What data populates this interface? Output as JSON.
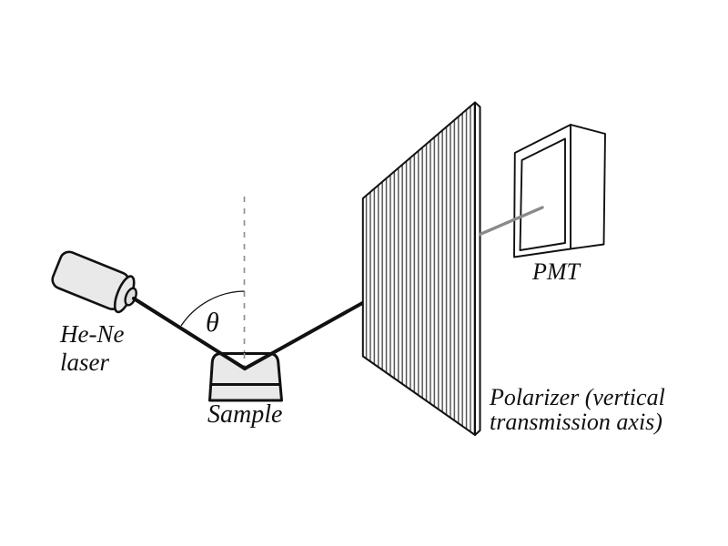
{
  "figure": {
    "type": "experiment-schematic",
    "background": "#ffffff",
    "labels": {
      "laser_line1": "He-Ne",
      "laser_line2": "laser",
      "sample": "Sample",
      "angle_symbol": "θ",
      "polarizer_line1": "Polarizer (vertical",
      "polarizer_line2": "transmission axis)",
      "pmt": "PMT"
    },
    "colors": {
      "outline": "#111111",
      "beam": "#111111",
      "transmitted_beam": "#8a8a8a",
      "dashed_normal": "#8f8f8f",
      "fill_light": "#e9e9e9",
      "fill_nozzle": "#dedede",
      "stripe": "#565656",
      "white": "#ffffff"
    }
  }
}
